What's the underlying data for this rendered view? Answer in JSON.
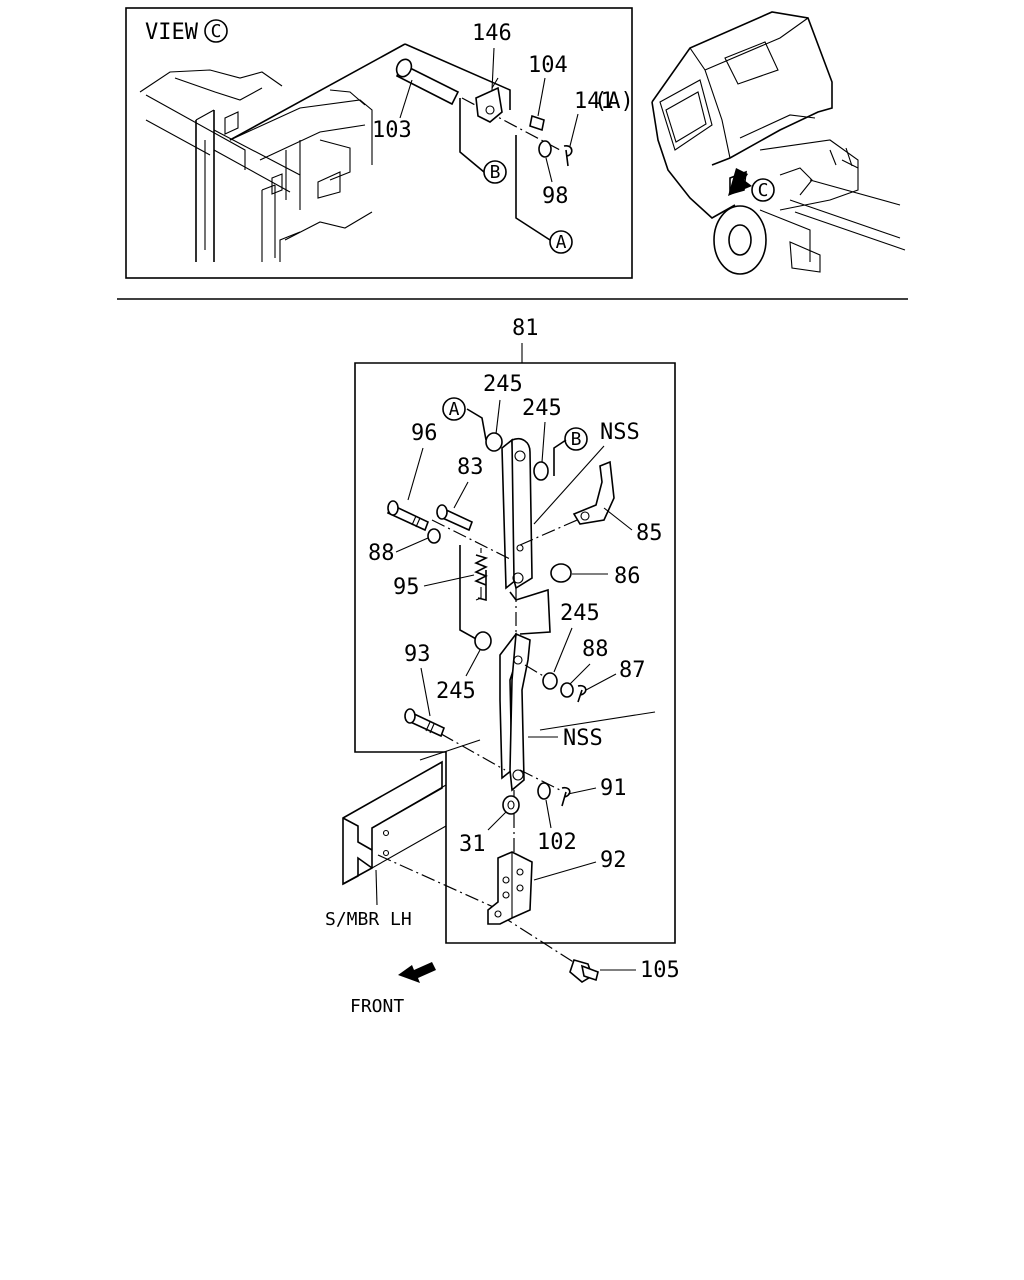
{
  "view_title": "VIEW",
  "view_ref": "C",
  "front_label": "FRONT",
  "member_label": "S/MBR LH",
  "markers": {
    "a": "A",
    "b": "B",
    "c": "C"
  },
  "callouts": {
    "p146": "146",
    "p104": "104",
    "p141": "141",
    "p141_suffix": "(A)",
    "p103": "103",
    "p98": "98",
    "p81": "81",
    "p245a": "245",
    "p245b": "245",
    "p245c": "245",
    "p245d": "245",
    "nss1": "NSS",
    "nss2": "NSS",
    "p96": "96",
    "p83": "83",
    "p85": "85",
    "p88a": "88",
    "p88b": "88",
    "p95": "95",
    "p86": "86",
    "p93": "93",
    "p87": "87",
    "p91": "91",
    "p31": "31",
    "p102": "102",
    "p92": "92",
    "p105": "105"
  }
}
